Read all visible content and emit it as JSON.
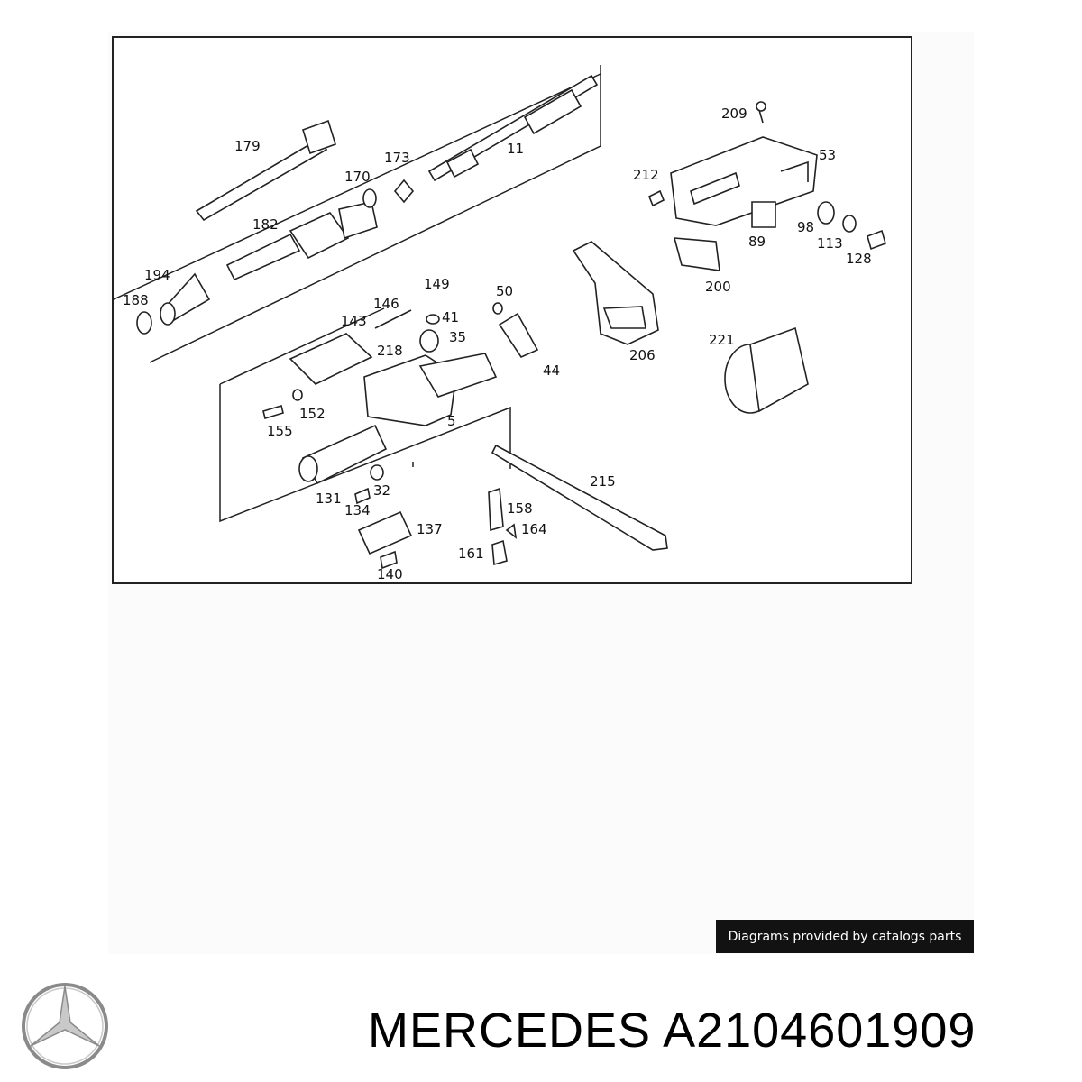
{
  "diagram": {
    "part_labels": [
      {
        "id": "p179",
        "text": "179"
      },
      {
        "id": "p11",
        "text": "11"
      },
      {
        "id": "p173",
        "text": "173"
      },
      {
        "id": "p170",
        "text": "170"
      },
      {
        "id": "p182",
        "text": "182"
      },
      {
        "id": "p194",
        "text": "194"
      },
      {
        "id": "p188",
        "text": "188"
      },
      {
        "id": "p146",
        "text": "146"
      },
      {
        "id": "p149",
        "text": "149"
      },
      {
        "id": "p143",
        "text": "143"
      },
      {
        "id": "p41",
        "text": "41"
      },
      {
        "id": "p218",
        "text": "218"
      },
      {
        "id": "p35",
        "text": "35"
      },
      {
        "id": "p50",
        "text": "50"
      },
      {
        "id": "p44",
        "text": "44"
      },
      {
        "id": "p152",
        "text": "152"
      },
      {
        "id": "p155",
        "text": "155"
      },
      {
        "id": "p5",
        "text": "5"
      },
      {
        "id": "p131",
        "text": "131"
      },
      {
        "id": "p32",
        "text": "32"
      },
      {
        "id": "p134",
        "text": "134"
      },
      {
        "id": "p137",
        "text": "137"
      },
      {
        "id": "p140",
        "text": "140"
      },
      {
        "id": "p158",
        "text": "158"
      },
      {
        "id": "p164",
        "text": "164"
      },
      {
        "id": "p161",
        "text": "161"
      },
      {
        "id": "p215",
        "text": "215"
      },
      {
        "id": "p206",
        "text": "206"
      },
      {
        "id": "p221",
        "text": "221"
      },
      {
        "id": "p209",
        "text": "209"
      },
      {
        "id": "p53",
        "text": "53"
      },
      {
        "id": "p212",
        "text": "212"
      },
      {
        "id": "p89",
        "text": "89"
      },
      {
        "id": "p98",
        "text": "98"
      },
      {
        "id": "p113",
        "text": "113"
      },
      {
        "id": "p128",
        "text": "128"
      },
      {
        "id": "p200",
        "text": "200"
      }
    ]
  },
  "credit_badge": {
    "text": "Diagrams provided by catalogs parts"
  },
  "brand": {
    "logo_icon": "mercedes-star-icon",
    "color": "#8a8a8a"
  },
  "product": {
    "title": "MERCEDES A2104601909"
  }
}
